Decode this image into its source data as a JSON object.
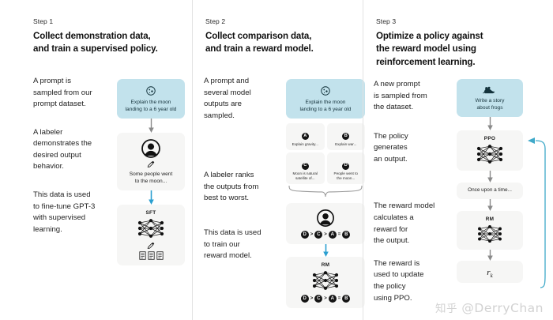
{
  "page": {
    "title": "InstructGPT / RLHF three-step training diagram",
    "background": "#ffffff",
    "accent_blue": "#c2e2ec",
    "arrow_blue": "#2a9fd0",
    "arrow_grey": "#8a8a8a",
    "card_grey": "#f6f6f5"
  },
  "watermark": {
    "cn": "知乎",
    "handle": "@DerryChan"
  },
  "columns": [
    {
      "step_label": "Step 1",
      "title": "Collect demonstration data,\nand train a supervised policy.",
      "paragraphs": [
        "A prompt is\nsampled from our\nprompt dataset.",
        "A labeler\ndemonstrates the\ndesired output\nbehavior.",
        "This data is used\nto fine-tune GPT-3\nwith supervised\nlearning."
      ],
      "flow": {
        "prompt_card": {
          "icon": "moon-icon",
          "text": "Explain the moon\nlanding to a 6 year old",
          "color": "#c2e2ec"
        },
        "labeler_card": {
          "icon": "labeler-person-icon",
          "pencil": "pencil-icon",
          "text": "Some people went\nto the moon..."
        },
        "model_card": {
          "label": "SFT",
          "icon": "neural-net-icon",
          "pencil": "pencil-icon",
          "docs": "documents-icon"
        }
      }
    },
    {
      "step_label": "Step 2",
      "title": "Collect comparison data,\nand train a reward model.",
      "paragraphs": [
        "A prompt and\nseveral model\noutputs are\nsampled.",
        "A labeler ranks\nthe outputs from\nbest to worst.",
        "This data is used\nto train our\nreward model."
      ],
      "flow": {
        "prompt_card": {
          "icon": "moon-icon",
          "text": "Explain the moon\nlanding to a 6 year old",
          "color": "#c2e2ec"
        },
        "outputs": [
          {
            "badge": "A",
            "text": "Explain gravity..."
          },
          {
            "badge": "B",
            "text": "Explain war..."
          },
          {
            "badge": "C",
            "text": "Moon is natural\nsatellite of..."
          },
          {
            "badge": "D",
            "text": "People went to\nthe moon..."
          }
        ],
        "ranking_card": {
          "icon": "labeler-person-icon",
          "ranking": [
            "D",
            ">",
            "C",
            ">",
            "A",
            "=",
            "B"
          ]
        },
        "model_card": {
          "label": "RM",
          "icon": "neural-net-icon",
          "ranking": [
            "D",
            ">",
            "C",
            ">",
            "A",
            "=",
            "B"
          ]
        }
      }
    },
    {
      "step_label": "Step 3",
      "title": "Optimize a policy against\nthe reward model using\nreinforcement learning.",
      "paragraphs": [
        "A new prompt\nis sampled from\nthe dataset.",
        "The policy\ngenerates\nan output.",
        "The reward model\ncalculates a\nreward for\nthe output.",
        "The reward is\nused to update\nthe policy\nusing PPO."
      ],
      "flow": {
        "prompt_card": {
          "icon": "frog-icon",
          "text": "Write a story\nabout frogs",
          "color": "#c2e2ec"
        },
        "policy_card": {
          "label": "PPO",
          "icon": "neural-net-icon"
        },
        "output_card": {
          "text": "Once upon a time..."
        },
        "reward_model_card": {
          "label": "RM",
          "icon": "neural-net-icon"
        },
        "reward_card": {
          "symbol": "r",
          "subscript": "k"
        },
        "feedback_loop": "update-policy-loop-arrow"
      }
    }
  ]
}
